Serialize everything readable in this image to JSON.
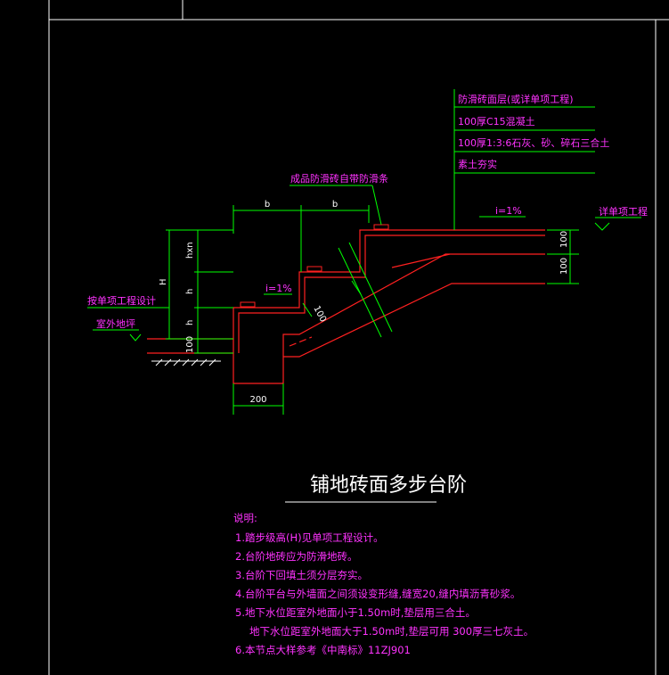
{
  "drawing": {
    "title": "铺地砖面多步台阶",
    "labels": {
      "dim_b1": "b",
      "dim_b2": "b",
      "dim_H": "H",
      "dim_hxn": "hxn",
      "dim_h1": "h",
      "dim_h2": "h",
      "dim_100_left": "100",
      "dim_200": "200",
      "dim_100_slab": "100",
      "dim_100_right_top": "100",
      "dim_100_right_bottom": "100",
      "slope_top": "i=1%",
      "slope_mid": "i=1%",
      "callout_nosing": "成品防滑砖自带防滑条",
      "callout_left_top": "按单项工程设计",
      "callout_left_bottom": "室外地坪",
      "callout_right": "详单项工程",
      "layer1": "防滑砖面层(或详单项工程)",
      "layer2": "100厚C15混凝土",
      "layer3": "100厚1:3:6石灰、砂、碎石三合土",
      "layer4": "素土夯实"
    },
    "notes": {
      "heading": "说明:",
      "items": [
        "1.踏步级高(H)见单项工程设计。",
        "2.台阶地砖应为防滑地砖。",
        "3.台阶下回填土须分层夯实。",
        "4.台阶平台与外墙面之间须设变形缝,缝宽20,缝内填沥青砂浆。",
        "5.地下水位距室外地面小于1.50m时,垫层用三合土。",
        "地下水位距室外地面大于1.50m时,垫层可用 300厚三七灰土。",
        "6.本节点大样参考《中南标》11ZJ901"
      ]
    }
  }
}
